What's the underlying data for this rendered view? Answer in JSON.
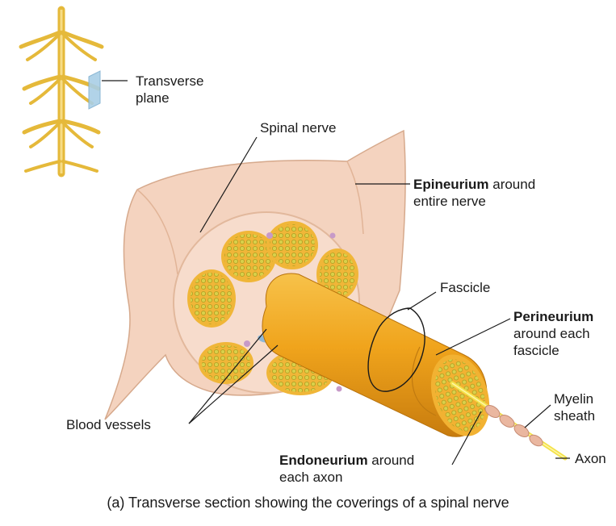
{
  "labels": {
    "transverse_plane": [
      "Transverse",
      "plane"
    ],
    "spinal_nerve": "Spinal nerve",
    "epineurium": {
      "term": "Epineurium",
      "rest1": " around",
      "line2": "entire nerve"
    },
    "fascicle": "Fascicle",
    "perineurium": {
      "term": "Perineurium",
      "line2": "around each",
      "line3": "fascicle"
    },
    "myelin_sheath": [
      "Myelin",
      "sheath"
    ],
    "blood_vessels": "Blood vessels",
    "endoneurium": {
      "term": "Endoneurium",
      "rest1": " around",
      "line2": "each axon"
    },
    "axon": "Axon"
  },
  "caption": "(a) Transverse section showing the coverings of a spinal nerve",
  "colors": {
    "nerve_yellow": "#e9c23c",
    "fascicle_orange": "#f0a41c",
    "epineurium_tissue": "#f2cdb8",
    "fascicle_fill": "#c9c23a",
    "blood_vessel": "#8fb8d8",
    "leader_line": "#1a1a1a"
  }
}
